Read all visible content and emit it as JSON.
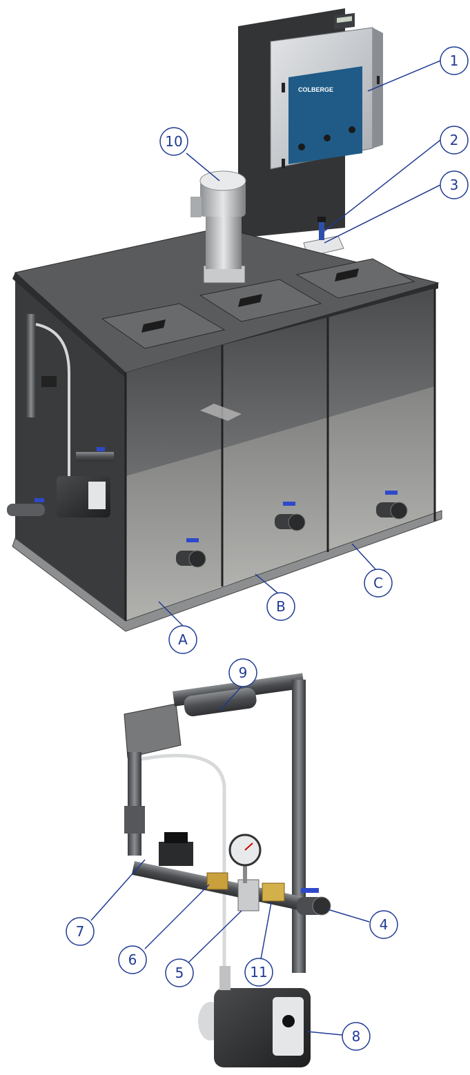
{
  "colors": {
    "callout": "#1f3a93",
    "panel_face": "#c9ccd0",
    "panel_blue": "#1f5b86",
    "tank_dark": "#3a3b3c",
    "valve_blue": "#2e49c9",
    "brass": "#c9a03b"
  },
  "panel": {
    "brand": "COLBERGE"
  },
  "callouts": [
    {
      "id": "1",
      "label": "1"
    },
    {
      "id": "2",
      "label": "2"
    },
    {
      "id": "3",
      "label": "3"
    },
    {
      "id": "10",
      "label": "10"
    },
    {
      "id": "A",
      "label": "A"
    },
    {
      "id": "B",
      "label": "B"
    },
    {
      "id": "C",
      "label": "C"
    },
    {
      "id": "9",
      "label": "9"
    },
    {
      "id": "7",
      "label": "7"
    },
    {
      "id": "6",
      "label": "6"
    },
    {
      "id": "5",
      "label": "5"
    },
    {
      "id": "11",
      "label": "11"
    },
    {
      "id": "4",
      "label": "4"
    },
    {
      "id": "8",
      "label": "8"
    }
  ]
}
